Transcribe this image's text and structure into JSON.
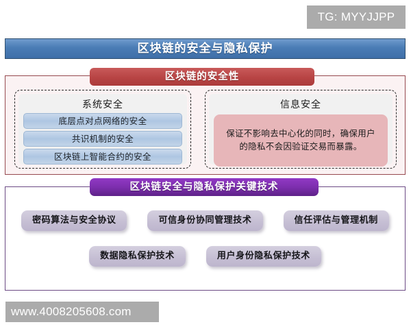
{
  "watermarks": {
    "telegram": "TG: MYYJJPP",
    "website": "www.4008205608.com"
  },
  "main_title": "区块链的安全与隐私保护",
  "security_section": {
    "banner": "区块链的安全性",
    "system_security": {
      "heading": "系统安全",
      "items": [
        "底层点对点网络的安全",
        "共识机制的安全",
        "区块链上智能合约的安全"
      ]
    },
    "information_security": {
      "heading": "信息安全",
      "note": "保证不影响去中心化的同时，确保用户的隐私不会因验证交易而暴露。"
    }
  },
  "tech_section": {
    "banner": "区块链安全与隐私保护关键技术",
    "rows": [
      [
        "密码算法与安全协议",
        "可信身份协同管理技术",
        "信任评估与管理机制"
      ],
      [
        "数据隐私保护技术",
        "用户身份隐私保护技术"
      ]
    ]
  },
  "colors": {
    "title_blue": "#4a7cb5",
    "security_red": "#b84444",
    "tech_purple": "#7d2fae",
    "item_blue": "#aec6e2",
    "note_pink": "#e7b6b9",
    "pill_lavender": "#c6bfd4"
  }
}
